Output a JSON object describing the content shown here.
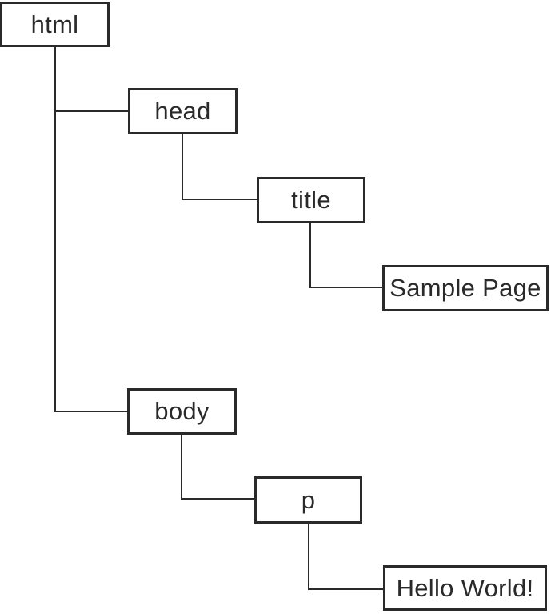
{
  "diagram": {
    "background": "#ffffff",
    "stroke_color": "#2b2a2b",
    "nodes": [
      {
        "id": "html",
        "label": "html"
      },
      {
        "id": "head",
        "label": "head"
      },
      {
        "id": "title",
        "label": "title"
      },
      {
        "id": "sample-page",
        "label": "Sample Page"
      },
      {
        "id": "body",
        "label": "body"
      },
      {
        "id": "p",
        "label": "p"
      },
      {
        "id": "hello-world",
        "label": "Hello World!"
      }
    ],
    "edges": [
      {
        "from": "html",
        "to": "head"
      },
      {
        "from": "html",
        "to": "body"
      },
      {
        "from": "head",
        "to": "title"
      },
      {
        "from": "title",
        "to": "sample-page"
      },
      {
        "from": "body",
        "to": "p"
      },
      {
        "from": "p",
        "to": "hello-world"
      }
    ]
  }
}
